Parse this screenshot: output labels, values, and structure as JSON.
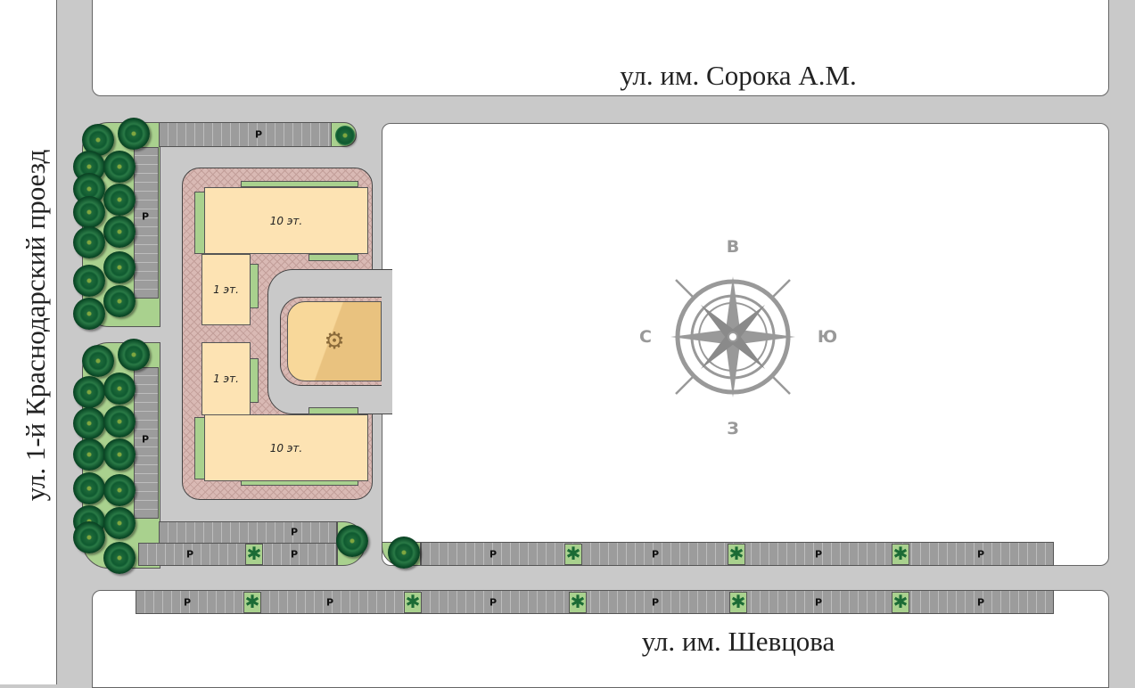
{
  "streets": {
    "north": "ул. им. Сорока А.М.",
    "south": "ул. им. Шевцова",
    "west": "ул. 1-й Краснодарский проезд"
  },
  "buildings": [
    {
      "label": "10 эт."
    },
    {
      "label": "1 эт."
    },
    {
      "label": "1 эт."
    },
    {
      "label": "10 эт."
    }
  ],
  "parking_label": "P",
  "compass": {
    "north": "В",
    "south": "З",
    "west": "С",
    "east": "Ю",
    "color": "#999999"
  },
  "colors": {
    "road": "#c9c9c9",
    "green": "#a9d18e",
    "building": "#fde3b3",
    "paving": "#d9b9b4",
    "parking": "#9c9c9c"
  }
}
